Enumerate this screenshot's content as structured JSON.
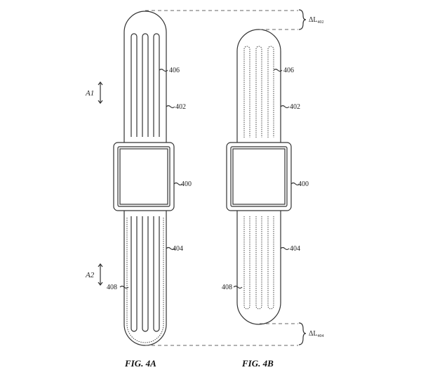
{
  "figures": [
    {
      "caption": "FIG. 4A",
      "labels": {
        "slots": "406",
        "top_band": "402",
        "housing": "400",
        "bottom_band": "404",
        "outline": "408",
        "axis1": "A1",
        "axis2": "A2"
      }
    },
    {
      "caption": "FIG. 4B",
      "labels": {
        "slots": "406",
        "top_band": "402",
        "housing": "400",
        "bottom_band": "404",
        "outline": "408"
      }
    }
  ],
  "deltas": {
    "top": "ΔL",
    "top_sub": "402",
    "bottom": "ΔL",
    "bottom_sub": "404"
  }
}
